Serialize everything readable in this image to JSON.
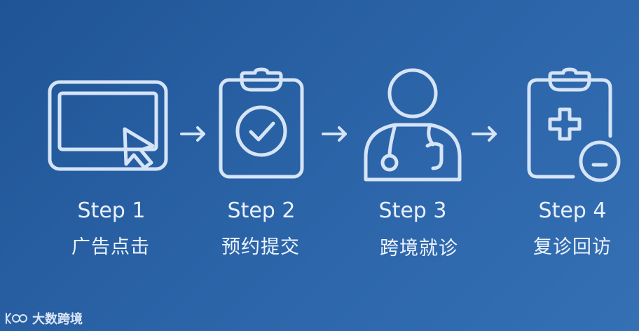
{
  "steps": [
    {
      "title": "Step 1",
      "desc": "广告点击",
      "icon": "tablet-cursor-icon"
    },
    {
      "title": "Step 2",
      "desc": "预约提交",
      "icon": "clipboard-check-icon"
    },
    {
      "title": "Step 3",
      "desc": "跨境就诊",
      "icon": "doctor-stethoscope-icon"
    },
    {
      "title": "Step 4",
      "desc": "复诊回访",
      "icon": "clipboard-cross-icon"
    }
  ],
  "watermark": {
    "text": "大数跨境",
    "logo_icon": "brand-logo-icon"
  },
  "colors": {
    "background_start": "#1f5596",
    "background_end": "#3570b4",
    "icon_stroke": "#d6e4f7",
    "text": "#e8f0fc"
  }
}
